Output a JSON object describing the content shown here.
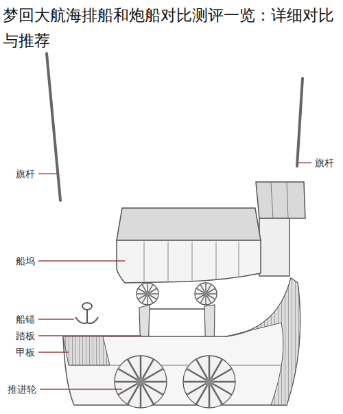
{
  "diagram": {
    "title": "梦回大航海排船和炮船对比测评一览：详细对比与推荐",
    "labels": [
      "旗杆",
      "旗杆",
      "船坞",
      "船锚",
      "踏板",
      "甲板",
      "推进轮"
    ]
  }
}
